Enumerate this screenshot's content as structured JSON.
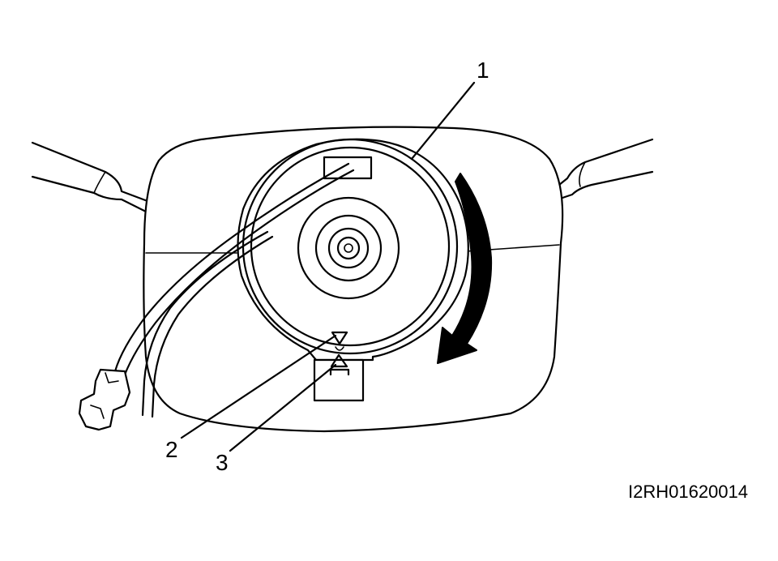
{
  "figure": {
    "callouts": [
      {
        "id": "1",
        "text": "1"
      },
      {
        "id": "2",
        "text": "2"
      },
      {
        "id": "3",
        "text": "3"
      }
    ],
    "figure_code": "I2RH01620014"
  }
}
